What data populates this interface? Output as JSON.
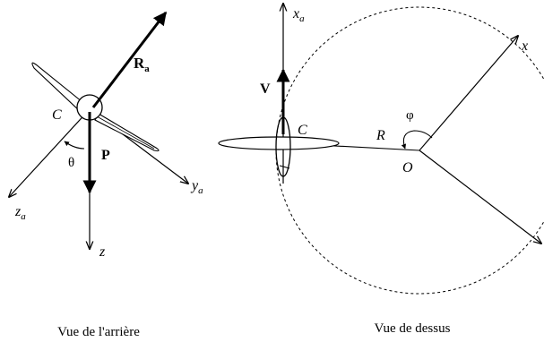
{
  "rear_view": {
    "caption": "Vue de l'arrière",
    "labels": {
      "force": "R",
      "force_sub": "a",
      "center": "C",
      "weight": "P",
      "angle": "θ",
      "axis_y": "y",
      "axis_y_sub": "a",
      "axis_z_body": "z",
      "axis_z_body_sub": "a",
      "axis_z": "z"
    }
  },
  "top_view": {
    "caption": "Vue de dessus",
    "labels": {
      "axis_x_body": "x",
      "axis_x_body_sub": "a",
      "velocity": "V",
      "center": "C",
      "radius": "R",
      "angle": "φ",
      "origin": "O",
      "axis_x": "x"
    }
  }
}
